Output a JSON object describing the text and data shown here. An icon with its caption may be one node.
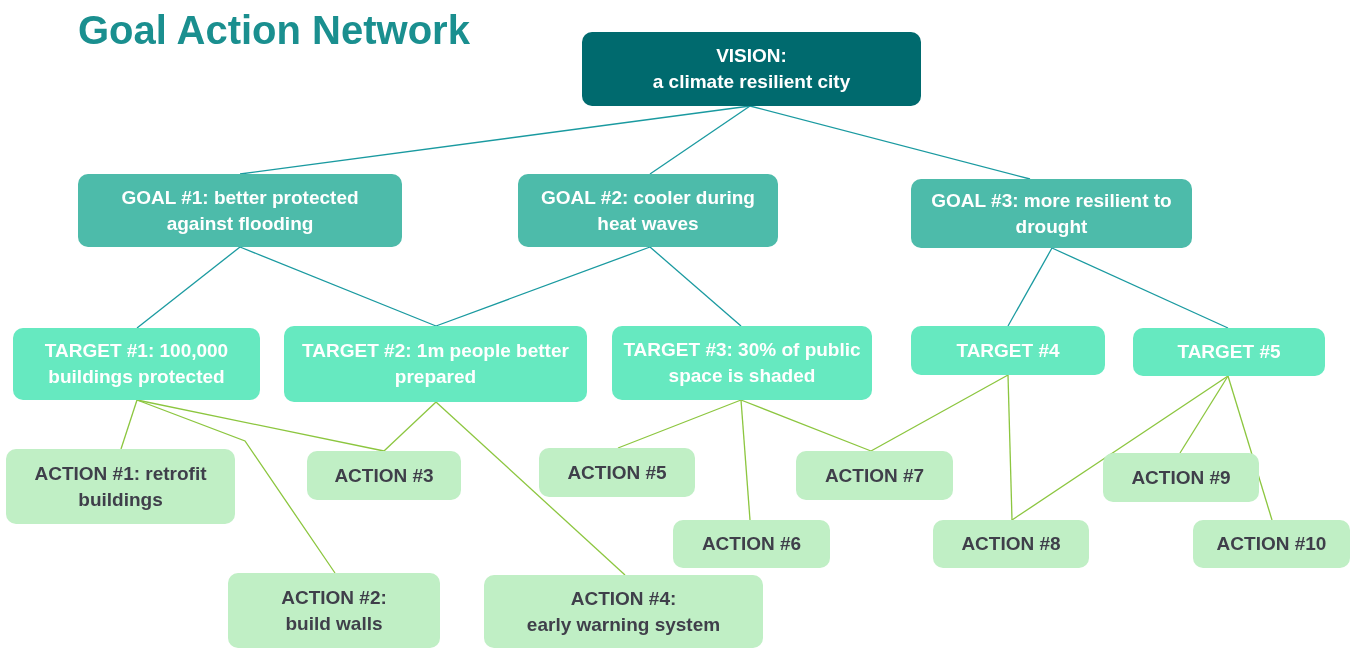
{
  "diagram": {
    "title": "Goal Action Network",
    "nodes": [
      {
        "text": [
          "VISION:",
          "a climate resilient city"
        ]
      },
      {
        "text": [
          "GOAL #1: better protected against flooding"
        ]
      },
      {
        "text": [
          "GOAL #2: cooler during heat waves"
        ]
      },
      {
        "text": [
          "GOAL #3: more resilient to drought"
        ]
      },
      {
        "text": [
          "TARGET #1: 100,000 buildings protected"
        ]
      },
      {
        "text": [
          "TARGET #2: 1m people better prepared"
        ]
      },
      {
        "text": [
          "TARGET #3: 30% of public space is shaded"
        ]
      },
      {
        "text": [
          "TARGET #4"
        ]
      },
      {
        "text": [
          "TARGET #5"
        ]
      },
      {
        "text": [
          "ACTION #1: retrofit buildings"
        ]
      },
      {
        "text": [
          "ACTION #2:",
          "build walls"
        ]
      },
      {
        "text": [
          "ACTION #3"
        ]
      },
      {
        "text": [
          "ACTION #4:",
          "early warning system"
        ]
      },
      {
        "text": [
          "ACTION #5"
        ]
      },
      {
        "text": [
          "ACTION #6"
        ]
      },
      {
        "text": [
          "ACTION #7"
        ]
      },
      {
        "text": [
          "ACTION #8"
        ]
      },
      {
        "text": [
          "ACTION #9"
        ]
      },
      {
        "text": [
          "ACTION #10"
        ]
      }
    ],
    "edges": [
      {
        "from": 0,
        "to": 1,
        "arrow": "none",
        "color": "#1a9aa0"
      },
      {
        "from": 0,
        "to": 2,
        "arrow": "none",
        "color": "#1a9aa0"
      },
      {
        "from": 0,
        "to": 3,
        "arrow": "none",
        "color": "#1a9aa0"
      },
      {
        "from": 1,
        "to": 4,
        "arrow": "none",
        "color": "#1a9aa0"
      },
      {
        "from": 1,
        "to": 5,
        "arrow": "none",
        "color": "#1a9aa0"
      },
      {
        "from": 2,
        "to": 5,
        "arrow": "none",
        "color": "#1a9aa0"
      },
      {
        "from": 2,
        "to": 6,
        "arrow": "none",
        "color": "#1a9aa0"
      },
      {
        "from": 3,
        "to": 7,
        "arrow": "none",
        "color": "#1a9aa0"
      },
      {
        "from": 3,
        "to": 8,
        "arrow": "none",
        "color": "#1a9aa0"
      },
      {
        "from": 4,
        "to": 9,
        "arrow": "none"
      },
      {
        "from": 4,
        "to": 10,
        "arrow": "none"
      },
      {
        "from": 4,
        "to": 11,
        "arrow": "none"
      },
      {
        "from": 5,
        "to": 11,
        "arrow": "none"
      },
      {
        "from": 5,
        "to": 12,
        "arrow": "none"
      },
      {
        "from": 6,
        "to": 13,
        "arrow": "none"
      },
      {
        "from": 6,
        "to": 14,
        "arrow": "none"
      },
      {
        "from": 6,
        "to": 15,
        "arrow": "none"
      },
      {
        "from": 7,
        "to": 15,
        "arrow": "none"
      },
      {
        "from": 7,
        "to": 16,
        "arrow": "none"
      },
      {
        "from": 8,
        "to": 16,
        "arrow": "none"
      },
      {
        "from": 8,
        "to": 17,
        "arrow": "none"
      },
      {
        "from": 8,
        "to": 18,
        "arrow": "none"
      }
    ]
  }
}
